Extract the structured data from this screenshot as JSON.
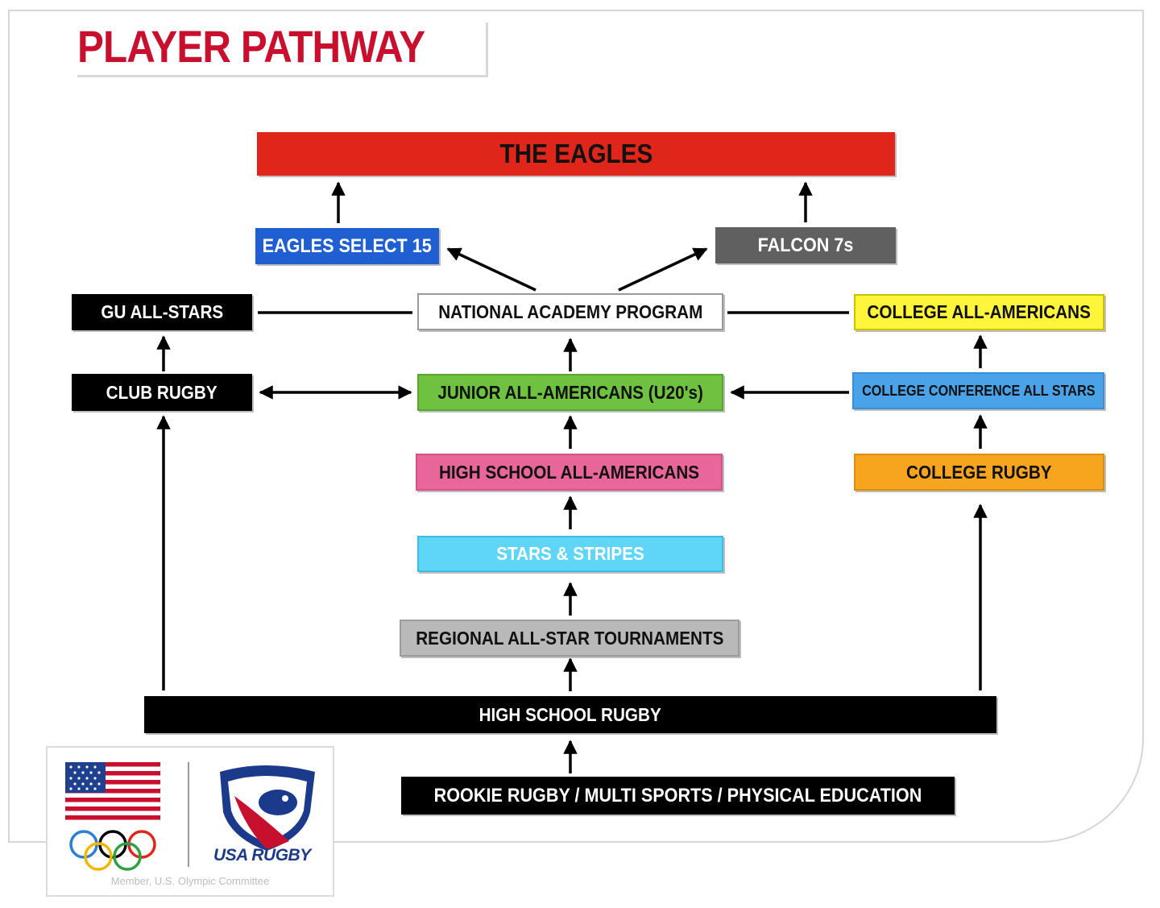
{
  "title": "PLAYER PATHWAY",
  "nodes": {
    "eagles": {
      "label": "THE EAGLES",
      "bg": "#e0261b",
      "fg": "#111111"
    },
    "eagles_select": {
      "label": "EAGLES SELECT 15",
      "bg": "#1f5fd1",
      "fg": "#ffffff"
    },
    "falcon": {
      "label": "FALCON 7s",
      "bg": "#606060",
      "fg": "#ffffff"
    },
    "gu_allstars": {
      "label": "GU ALL-STARS",
      "bg": "#000000",
      "fg": "#ffffff"
    },
    "national_academy": {
      "label": "NATIONAL ACADEMY PROGRAM",
      "bg": "#ffffff",
      "fg": "#111111"
    },
    "college_all_americans": {
      "label": "COLLEGE ALL-AMERICANS",
      "bg": "#fff53b",
      "fg": "#111111"
    },
    "club_rugby": {
      "label": "CLUB RUGBY",
      "bg": "#000000",
      "fg": "#ffffff"
    },
    "junior_all_americans": {
      "label": "JUNIOR ALL-AMERICANS (U20's)",
      "bg": "#6ec23f",
      "fg": "#111111"
    },
    "college_conference": {
      "label": "COLLEGE CONFERENCE ALL STARS",
      "bg": "#4aa3e8",
      "fg": "#111111"
    },
    "hs_all_americans": {
      "label": "HIGH SCHOOL ALL-AMERICANS",
      "bg": "#e8669a",
      "fg": "#111111"
    },
    "college_rugby": {
      "label": "COLLEGE RUGBY",
      "bg": "#f7a51e",
      "fg": "#111111"
    },
    "stars_stripes": {
      "label": "STARS & STRIPES",
      "bg": "#5fd6f7",
      "fg": "#ffffff"
    },
    "regional": {
      "label": "REGIONAL ALL-STAR TOURNAMENTS",
      "bg": "#b9b9b9",
      "fg": "#111111"
    },
    "hs_rugby": {
      "label": "HIGH SCHOOL RUGBY",
      "bg": "#000000",
      "fg": "#ffffff"
    },
    "rookie": {
      "label": "ROOKIE RUGBY / MULTI SPORTS / PHYSICAL EDUCATION",
      "bg": "#000000",
      "fg": "#ffffff"
    }
  },
  "logo": {
    "brand": "USA RUGBY",
    "member_text": "Member, U.S. Olympic Committee"
  }
}
